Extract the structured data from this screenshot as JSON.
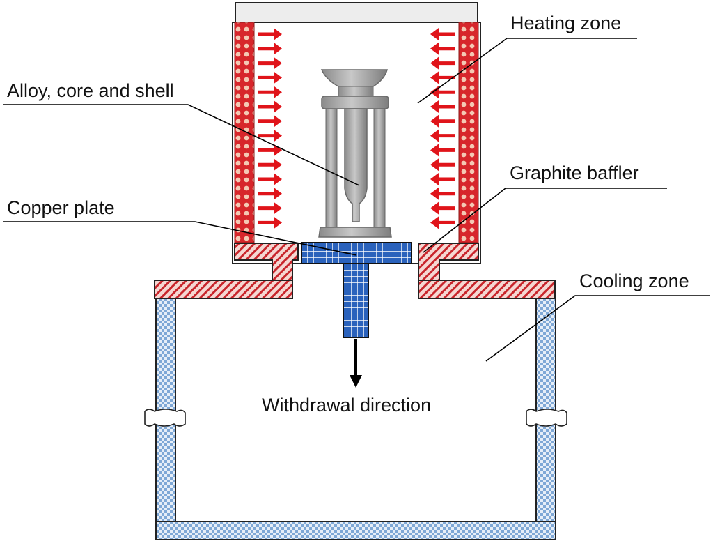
{
  "labels": {
    "heating_zone": "Heating zone",
    "alloy_core_shell": "Alloy, core and shell",
    "graphite_baffler": "Graphite baffler",
    "copper_plate": "Copper plate",
    "cooling_zone": "Cooling zone",
    "withdrawal_direction": "Withdrawal direction"
  },
  "colors": {
    "heater_red": "#d7262b",
    "heater_dot": "#f4c9b4",
    "heat_arrow": "#e0141a",
    "baffle_hatch": "#c8252b",
    "copper_blue": "#1e59b8",
    "cooling_blue": "#7fa8d6",
    "casting_grey": "#9a9a9a",
    "leader_line": "#000000"
  }
}
